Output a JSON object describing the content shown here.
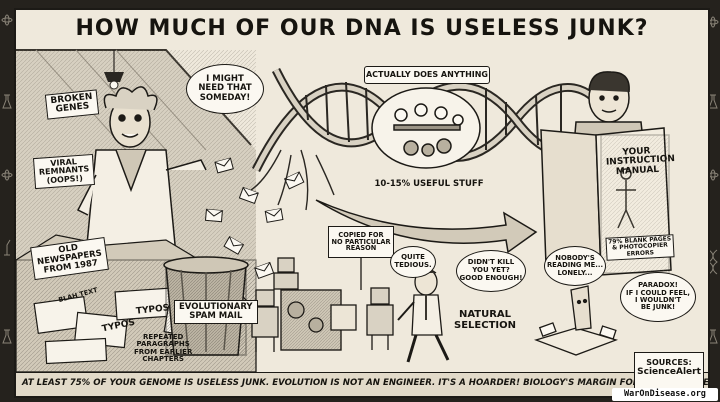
{
  "title": "How much of our DNA is useless junk?",
  "labels": {
    "broken_genes": [
      "BROKEN",
      "GENES"
    ],
    "viral_remnants": [
      "VIRAL",
      "REMNANTS",
      "(OOPS!)"
    ],
    "old_newspapers": [
      "OLD",
      "NEWSPAPERS",
      "FROM 1987"
    ],
    "typos_1": "TYPOS",
    "typos_2": "TYPOS",
    "blah_text": "BLAH TEXT",
    "evolutionary_spam": [
      "EVOLUTIONARY",
      "SPAM MAIL"
    ],
    "repeated_paragraphs": [
      "REPEATED",
      "PARAGRAPHS",
      "FROM EARLIER",
      "CHAPTERS"
    ],
    "copied_for_no_reason": [
      "COPIED FOR",
      "NO PARTICULAR",
      "REASON"
    ],
    "actually_does_anything": "ACTUALLY DOES ANYTHING",
    "useful_stuff": "10-15% USEFUL STUFF",
    "manual_title": [
      "YOUR",
      "INSTRUCTION",
      "MANUAL"
    ],
    "manual_sub": [
      "79% BLANK PAGES",
      "& PHOTOCOPIER",
      "ERRORS"
    ],
    "natural_selection": [
      "NATURAL",
      "SELECTION"
    ]
  },
  "bubbles": {
    "hoarder": [
      "I MIGHT",
      "NEED THAT",
      "SOMEDAY!"
    ],
    "robot": [
      "QUITE",
      "TEDIOUS."
    ],
    "selection": [
      "DIDN'T KILL",
      "YOU YET?",
      "GOOD ENOUGH!"
    ],
    "nobody": [
      "NOBODY'S",
      "READING ME...",
      "LONELY..."
    ],
    "paradox": [
      "PARADOX!",
      "IF I COULD FEEL,",
      "I WOULDN'T",
      "BE JUNK!"
    ]
  },
  "bottom_banner": "At least 75% of your genome is useless junk. Evolution is not an engineer. It's a hoarder! Biology's margin for error: HUGE!",
  "sources": {
    "heading": "SOURCES:",
    "name": "ScienceAlert"
  },
  "watermark": "WarOnDisease.org",
  "colors": {
    "paper": "#efe9dc",
    "ink": "#16140f",
    "frame": "#25221d"
  }
}
